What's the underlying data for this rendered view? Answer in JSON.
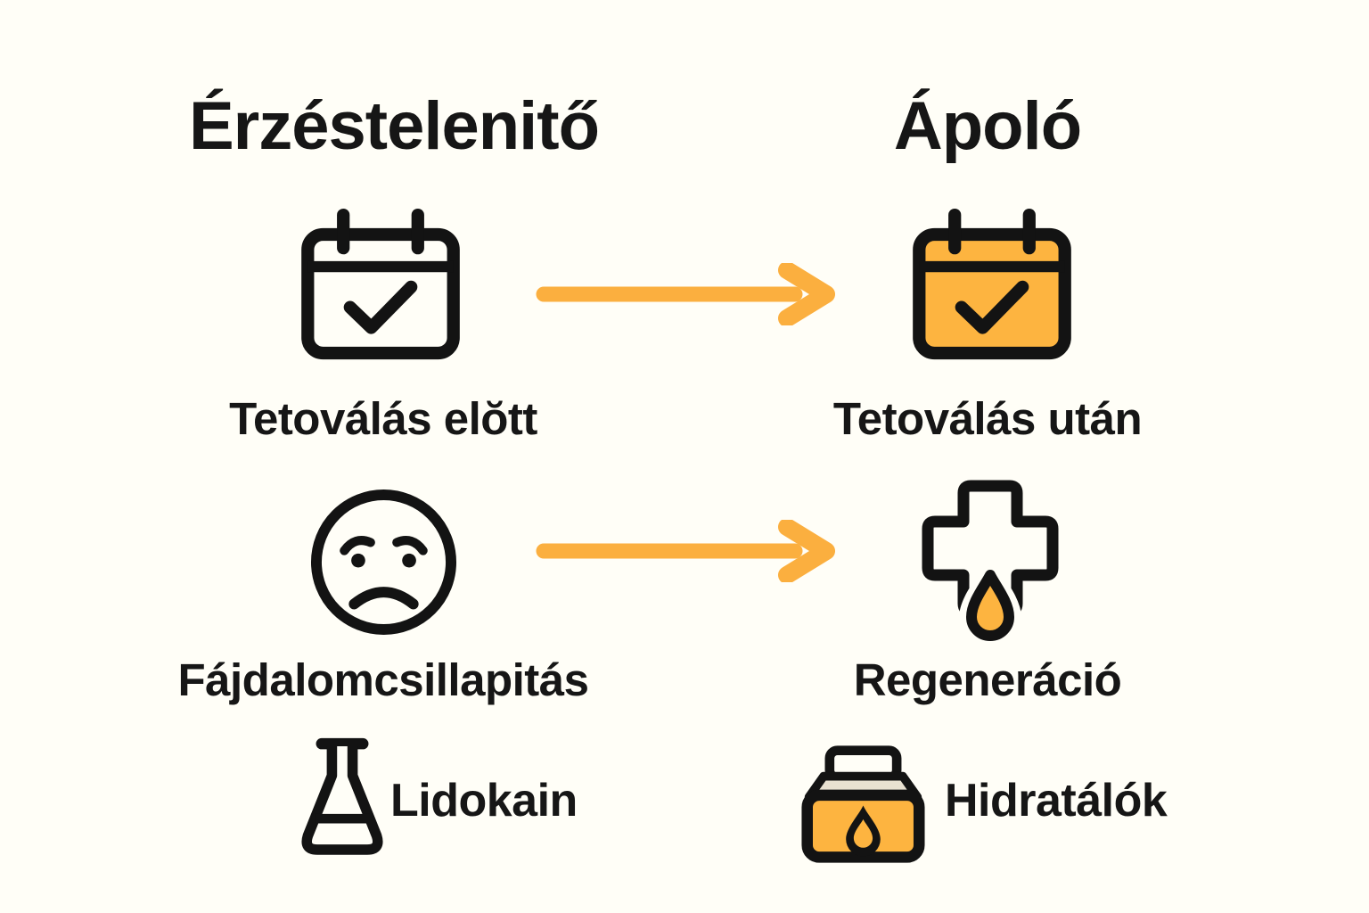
{
  "page": {
    "background": "#FFFEF7",
    "colors": {
      "icon_outline": "#131313",
      "orange_fill": "#FDB440",
      "arrow_orange": "#FBAF3F",
      "beige": "#E8E1D1",
      "text": "#161616"
    }
  },
  "columns": {
    "left_title": "Érzéstelenitő",
    "right_title": "Ápoló"
  },
  "rows": [
    {
      "left_icon": "calendar-check-outline-icon",
      "left_label": "Tetoválás elŏtt",
      "arrow_icon": "arrow-right-icon",
      "right_icon": "calendar-check-filled-icon",
      "right_label": "Tetoválás után"
    },
    {
      "left_icon": "sad-face-icon",
      "left_label": "Fájdalomcsillapitás",
      "arrow_icon": "arrow-right-icon",
      "right_icon": "medical-cross-drop-icon",
      "right_label": "Regeneráció"
    },
    {
      "left_icon": "flask-icon",
      "left_label": "Lidokain",
      "right_icon": "ointment-jar-icon",
      "right_label": "Hidratálók"
    }
  ]
}
